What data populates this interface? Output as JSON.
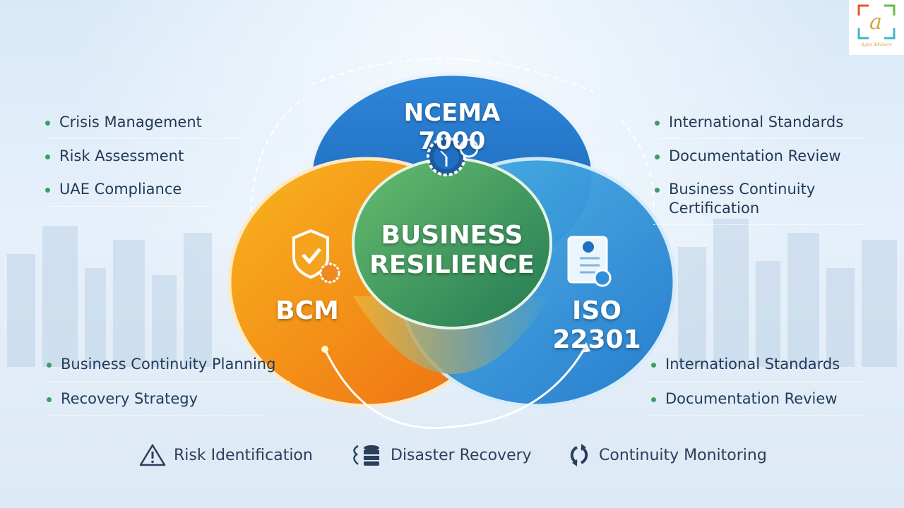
{
  "logo": {
    "monogram": "a",
    "brand": "Agile Advisors"
  },
  "venn": {
    "top": {
      "label": "NCEMA 7000",
      "icon": "gear-clock-icon",
      "color": "#1f6fc4"
    },
    "left": {
      "label": "BCM",
      "icon": "shield-check-icon",
      "color": "#f08a1c"
    },
    "right": {
      "label": "ISO 22301",
      "icon": "clipboard-checklist-icon",
      "color": "#2f8fd8"
    },
    "center": {
      "line1": "BUSINESS",
      "line2": "RESILIENCE",
      "color": "#3d9a5a"
    }
  },
  "left_top_list": [
    "Crisis Management",
    "Risk Assessment",
    "UAE Compliance"
  ],
  "right_top_list": [
    "International Standards",
    "Documentation Review",
    "Business Continuity",
    "Certification"
  ],
  "left_bottom_list": [
    "Business Continuity Planning",
    "Recovery Strategy"
  ],
  "right_bottom_list": [
    "International Standards",
    "Documentation Review"
  ],
  "bottom_bar": [
    {
      "label": "Risk Identification",
      "icon": "warning-triangle-icon"
    },
    {
      "label": "Disaster Recovery",
      "icon": "database-restore-icon"
    },
    {
      "label": "Continuity Monitoring",
      "icon": "cycle-arrows-icon"
    }
  ]
}
